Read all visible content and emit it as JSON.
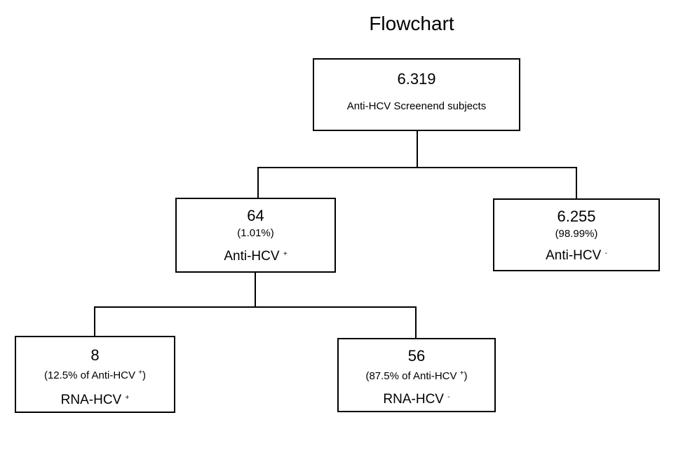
{
  "title": "Flowchart",
  "nodes": {
    "root": {
      "count": "6.319",
      "label": "Anti-HCV Screenend subjects"
    },
    "anti_pos": {
      "count": "64",
      "percent": "(1.01%)",
      "label": "Anti-HCV",
      "sign": "+"
    },
    "anti_neg": {
      "count": "6.255",
      "percent": "(98.99%)",
      "label": "Anti-HCV",
      "sign": "-"
    },
    "rna_pos": {
      "count": "8",
      "percent_prefix": "(12.5% of Anti-HCV",
      "percent_sign": "+",
      "percent_suffix": ")",
      "label": "RNA-HCV",
      "sign": "+"
    },
    "rna_neg": {
      "count": "56",
      "percent_prefix": "(87.5% of Anti-HCV",
      "percent_sign": "+",
      "percent_suffix": ")",
      "label": "RNA-HCV",
      "sign": "-"
    }
  }
}
